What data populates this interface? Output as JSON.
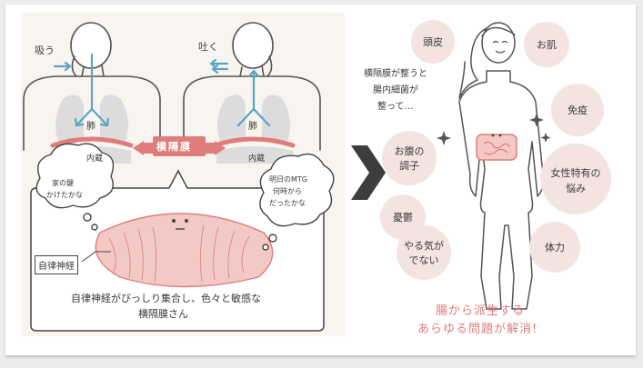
{
  "left": {
    "inhale": "吸う",
    "exhale": "吐く",
    "lung_label_left": "肺",
    "lung_label_right": "肺",
    "organ_label_left": "内蔵",
    "organ_label_right": "内蔵",
    "diaphragm_tag": "横隔膜",
    "thought_left": [
      "家の鍵",
      "かけたかな"
    ],
    "thought_right": [
      "明日のMTG",
      "何時から",
      "だったかな"
    ],
    "autonomic_label": "自律神経",
    "caption": [
      "自律神経がびっしり集合し、色々と敏感な",
      "横隔膜さん"
    ]
  },
  "right": {
    "intro": [
      "横隔膜が整うと",
      "腸内細菌が",
      "整って…"
    ],
    "bubbles": {
      "scalp": "頭皮",
      "skin": "お肌",
      "immunity": "免疫",
      "belly": [
        "お腹の",
        "調子"
      ],
      "women": [
        "女性特有の",
        "悩み"
      ],
      "melancholy": "憂鬱",
      "motivation": [
        "やる気が",
        "でない"
      ],
      "stamina": "体力"
    },
    "conclusion": [
      "腸から派生する",
      "あらゆる問題が解消!"
    ]
  },
  "colors": {
    "accent_pink": "#e07d7c",
    "bubble": "#f3e4e1",
    "line": "#555555",
    "arrow_blue": "#5aa6c3"
  }
}
